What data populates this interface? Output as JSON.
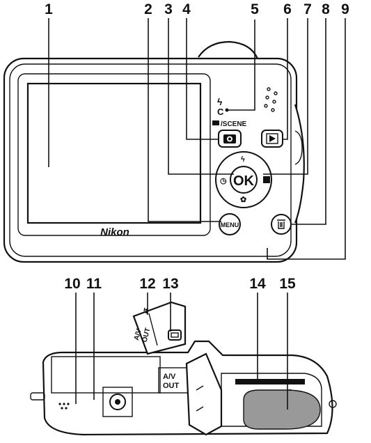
{
  "callouts": [
    "1",
    "2",
    "3",
    "4",
    "5",
    "6",
    "7",
    "8",
    "9",
    "10",
    "11",
    "12",
    "13",
    "14",
    "15"
  ],
  "camera_back": {
    "brand": "Nikon",
    "mode_label": "/SCENE",
    "ok_label": "OK",
    "menu_label": "MENU",
    "flash_symbol": "ϟ",
    "c_label": "C"
  },
  "camera_bottom": {
    "av_out_line1": "A/V",
    "av_out_line2": "OUT",
    "door_av_line1": "A/V",
    "door_av_line2": "OUT"
  }
}
